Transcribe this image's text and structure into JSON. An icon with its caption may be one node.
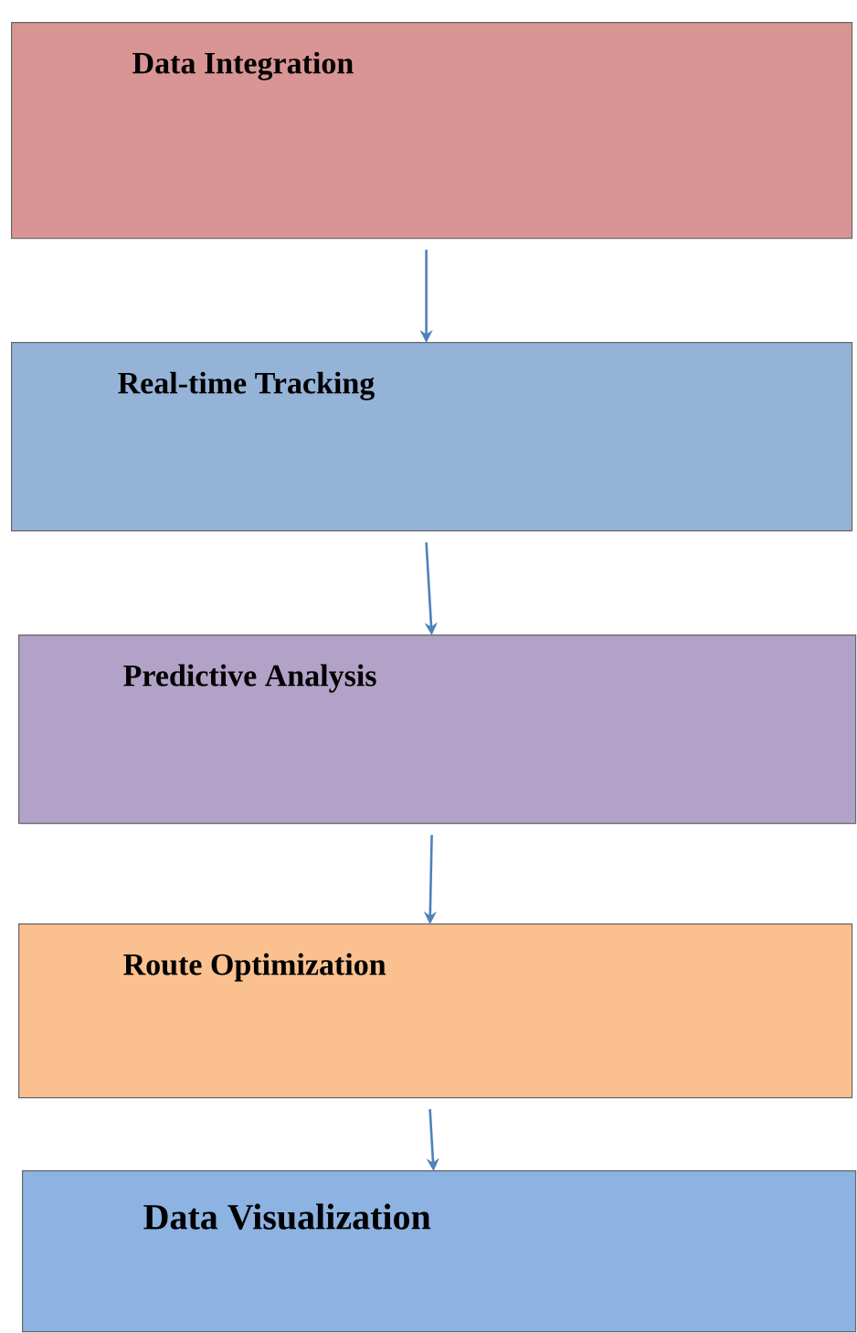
{
  "diagram": {
    "nodes": [
      {
        "text": [
          "Data Integration"
        ]
      },
      {
        "text": [
          "Real-time Tracking"
        ]
      },
      {
        "text": [
          "Predictive Analysis"
        ]
      },
      {
        "text": [
          "Route Optimization"
        ]
      },
      {
        "text": [
          "Data Visualization"
        ]
      }
    ],
    "edges": [
      {
        "from": 0,
        "to": 1,
        "arrow": "to"
      },
      {
        "from": 1,
        "to": 2,
        "arrow": "to"
      },
      {
        "from": 2,
        "to": 3,
        "arrow": "to"
      },
      {
        "from": 3,
        "to": 4,
        "arrow": "to"
      }
    ]
  }
}
